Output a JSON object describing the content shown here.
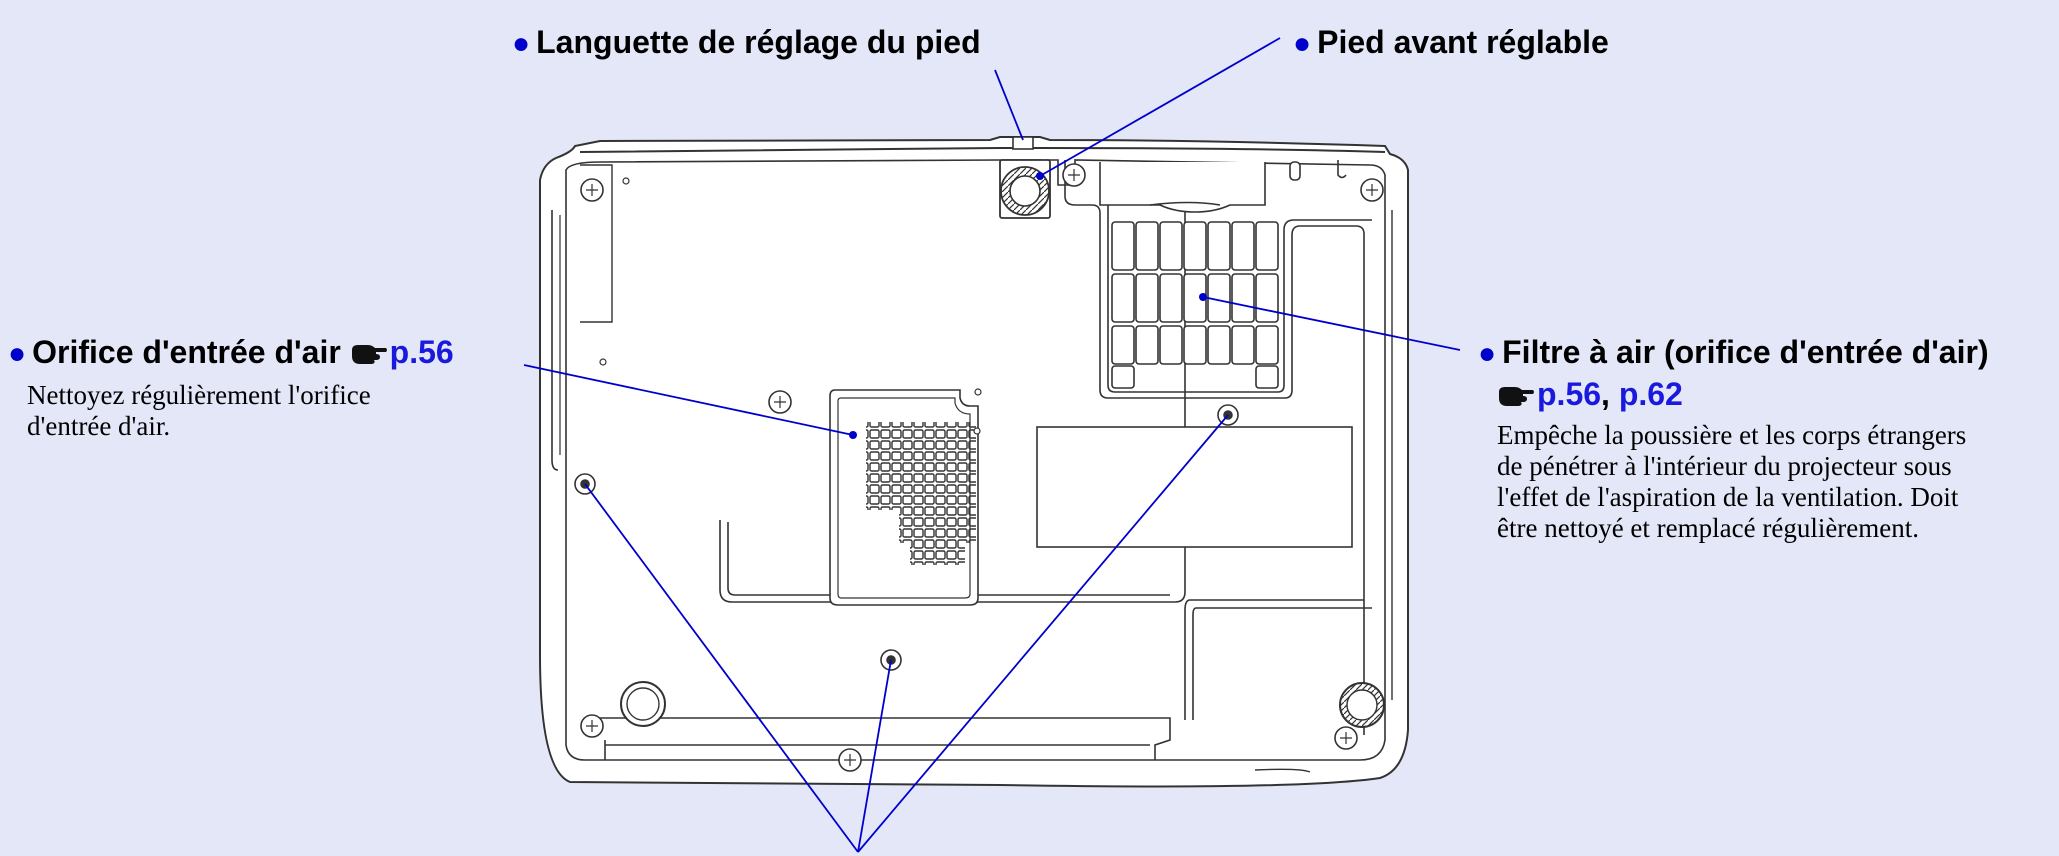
{
  "callouts": {
    "foot_tab": {
      "title": "Languette de réglage du pied"
    },
    "front_foot": {
      "title": "Pied avant réglable"
    },
    "air_intake": {
      "title": "Orifice d'entrée d'air",
      "ref": "p.56",
      "desc_line1": "Nettoyez régulièrement l'orifice",
      "desc_line2": "d'entrée d'air."
    },
    "air_filter": {
      "title": "Filtre à air (orifice d'entrée d'air)",
      "ref1": "p.56",
      "sep": ",",
      "ref2": "p.62",
      "desc_line1": "Empêche la poussière et les corps étrangers",
      "desc_line2": "de pénétrer à l'intérieur du projecteur sous",
      "desc_line3": "l'effet de l'aspiration de la ventilation. Doit",
      "desc_line4": "être nettoyé et remplacé régulièrement."
    }
  },
  "colors": {
    "background": "#e4e7f8",
    "leader_line": "#0000cc",
    "link": "#1a1adc",
    "device_outline": "#333333"
  },
  "icons": {
    "reference": "pointing-hand-icon"
  }
}
